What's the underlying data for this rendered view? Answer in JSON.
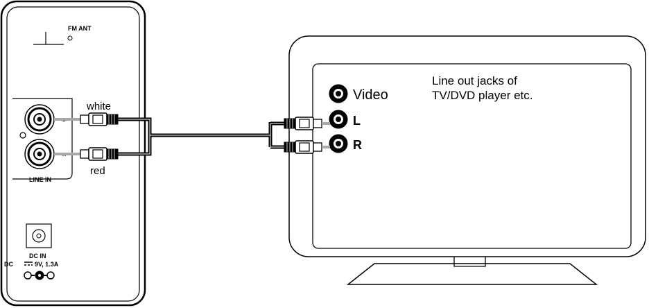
{
  "device": {
    "fm_ant": "FM ANT",
    "line_in": "LINE IN",
    "jack_l": "L",
    "jack_r": "R",
    "dc_in": "DC IN",
    "dc_rating": "9V, 1.3A",
    "dc_prefix": "DC"
  },
  "cable": {
    "white": "white",
    "red": "red"
  },
  "tv": {
    "caption_line1": "Line out jacks of",
    "caption_line2": "TV/DVD player etc.",
    "jack_video": "Video",
    "jack_l": "L",
    "jack_r": "R"
  },
  "colors": {
    "line": "#000000",
    "wire_gray": "#a8a8a8"
  }
}
